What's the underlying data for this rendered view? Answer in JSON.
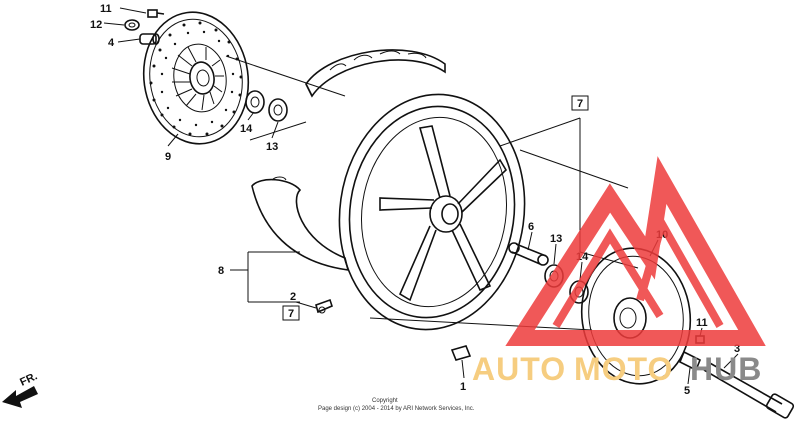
{
  "labels": {
    "l11a": "11",
    "l12": "12",
    "l4": "4",
    "l9": "9",
    "l14a": "14",
    "l13a": "13",
    "l8": "8",
    "l2": "2",
    "l6": "6",
    "l13b": "13",
    "l14b": "14",
    "l10": "10",
    "l11b": "11",
    "l3": "3",
    "l5": "5",
    "l1": "1"
  },
  "boxed": {
    "top": "7",
    "bottom": "7"
  },
  "direction": "FR.",
  "copyright": {
    "line1": "Copyright",
    "line2": "Page design (c) 2004 - 2014 by ARI Network Services, Inc."
  },
  "watermark": {
    "part1": "AUTO",
    "part2": "MOTO",
    "part3": "HUB",
    "color_primary": "#ee3b3b",
    "color_secondary": "#f6cd80",
    "color_tertiary": "#8a8a8a"
  }
}
